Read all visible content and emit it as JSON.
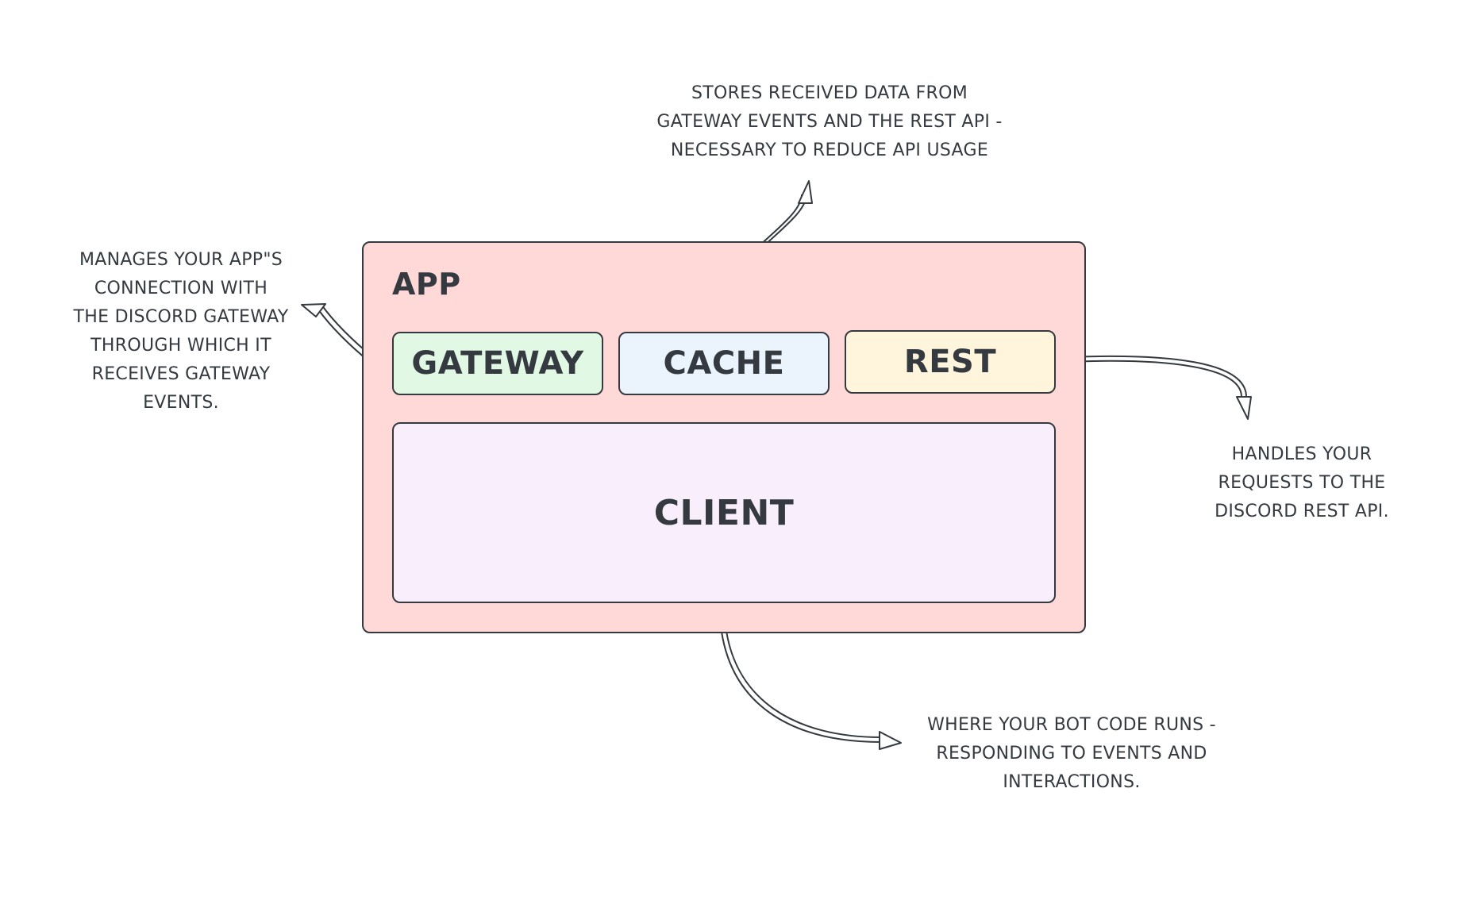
{
  "app": {
    "title": "APP",
    "components": {
      "gateway": "GATEWAY",
      "cache": "CACHE",
      "rest": "REST",
      "client": "CLIENT"
    }
  },
  "notes": {
    "cache": [
      "STORES RECEIVED DATA FROM",
      "GATEWAY EVENTS AND THE REST API -",
      "NECESSARY TO REDUCE API USAGE"
    ],
    "gateway": [
      "MANAGES YOUR APP\"S",
      "CONNECTION WITH",
      "THE DISCORD GATEWAY",
      "THROUGH WHICH IT",
      "RECEIVES GATEWAY",
      "EVENTS."
    ],
    "rest": [
      "HANDLES YOUR",
      "REQUESTS TO THE",
      "DISCORD REST API."
    ],
    "client": [
      "WHERE YOUR BOT CODE RUNS -",
      "RESPONDING TO EVENTS AND",
      "INTERACTIONS."
    ]
  },
  "colors": {
    "stroke": "#343a40",
    "app_fill": "#ffd8d8",
    "gateway_fill": "#e1f9e4",
    "cache_fill": "#ebf3fc",
    "rest_fill": "#fff4dc",
    "client_fill": "#f8eefc"
  }
}
